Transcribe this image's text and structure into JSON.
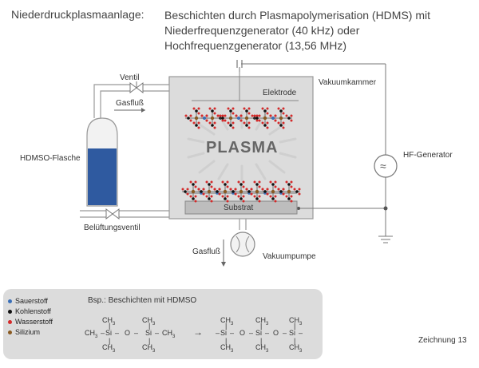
{
  "title": {
    "left": "Niederdruckplasmaanlage:",
    "right": "Beschichten durch Plasmapolymerisation (HDMS) mit\nNiederfrequenzgenerator (40 kHz) oder\nHochfrequenzgenerator (13,56 MHz)"
  },
  "labels": {
    "ventil": "Ventil",
    "gasfluss_top": "Gasfluß",
    "vakuumkammer": "Vakuumkammer",
    "elektrode": "Elektrode",
    "hdmso_flasche": "HDMSO-Flasche",
    "hf_generator": "HF-Generator",
    "plasma": "PLASMA",
    "substrat": "Substrat",
    "belueftungsventil": "Belüftungsventil",
    "gasfluss_bottom": "Gasfluß",
    "vakuumpumpe": "Vakuumpumpe",
    "generator_symbol": "≈"
  },
  "legend": {
    "items": [
      {
        "label": "Sauerstoff",
        "color": "#3a6fb8"
      },
      {
        "label": "Kohlenstoff",
        "color": "#111111"
      },
      {
        "label": "Wasserstoff",
        "color": "#d42a2a"
      },
      {
        "label": "Silizium",
        "color": "#8a5a22"
      }
    ],
    "example_title": "Bsp.: Beschichten mit HDMSO",
    "ch3": "CH",
    "sub3": "3",
    "si": "Si",
    "o": "O",
    "arrow": "→"
  },
  "footer": "Zeichnung 13",
  "colors": {
    "chamber": "#dcdcdc",
    "pipe": "#aaaaaa",
    "bottle": "#2f5aa0",
    "legend_bg": "#dcdcdc"
  }
}
